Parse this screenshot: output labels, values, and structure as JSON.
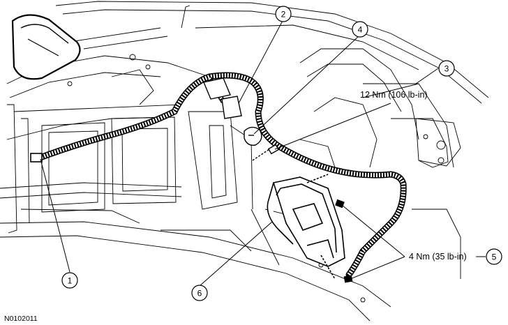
{
  "figure_ref": "N0102011",
  "callouts": [
    "1",
    "2",
    "3",
    "4",
    "5",
    "6"
  ],
  "torque_specs": {
    "bracket_bolt": "12 Nm (106 lb-in)",
    "module_bolts": "4 Nm (35 lb-in)"
  }
}
